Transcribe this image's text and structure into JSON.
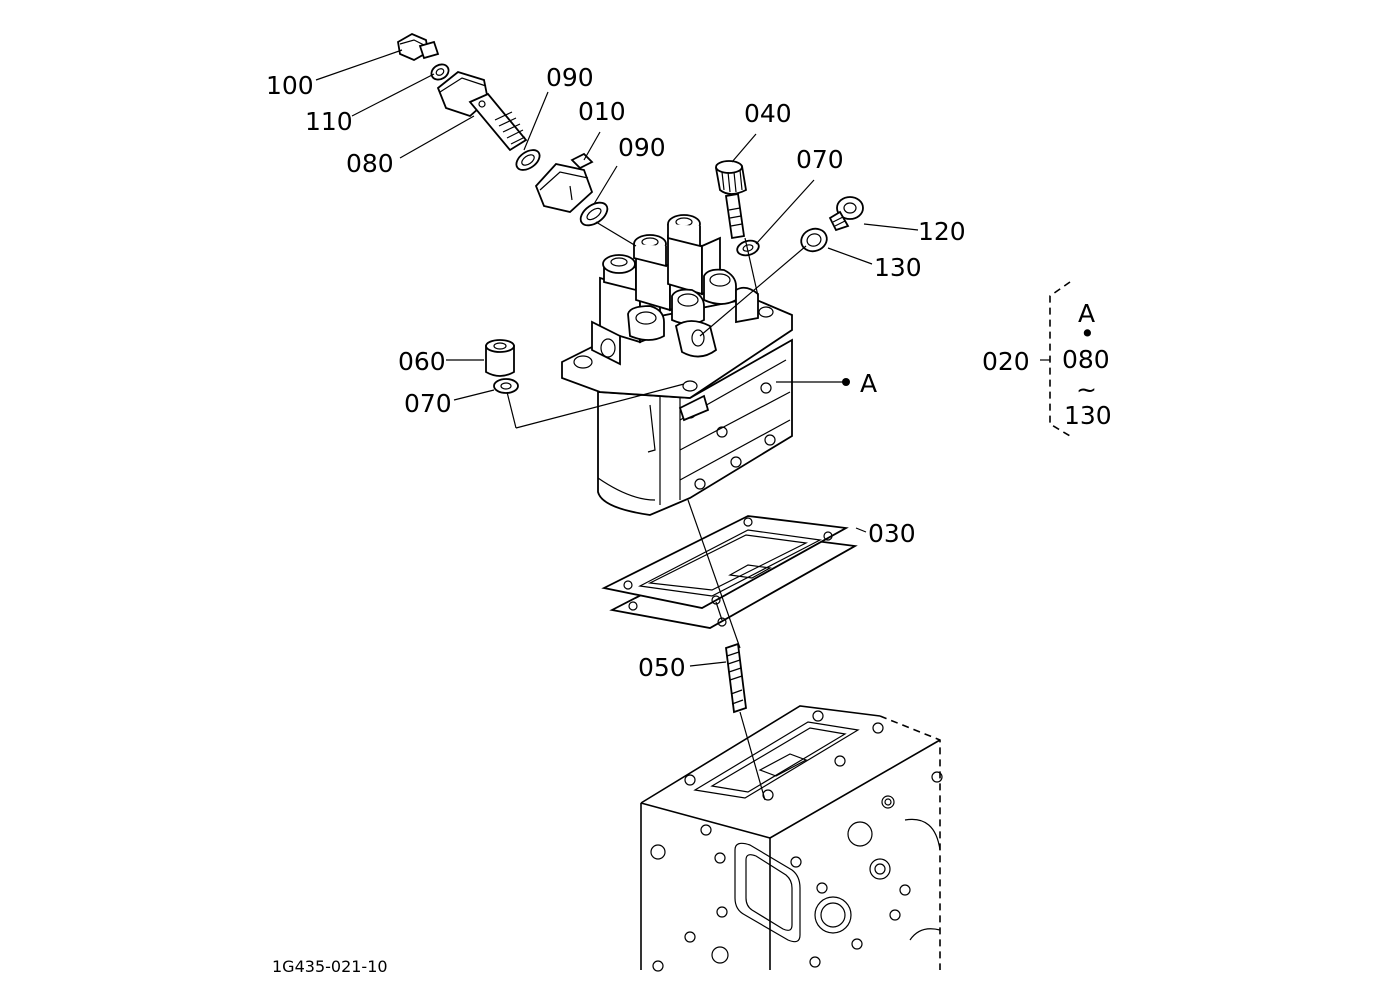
{
  "diagram": {
    "drawing_code": "1G435-021-10",
    "callouts": {
      "c100": "100",
      "c110": "110",
      "c080": "080",
      "c090a": "090",
      "c010": "010",
      "c090b": "090",
      "c040": "040",
      "c070a": "070",
      "c120": "120",
      "c130": "130",
      "c060": "060",
      "c070b": "070",
      "cA": "A",
      "c030": "030",
      "c050": "050"
    },
    "assembly_note": {
      "parent": "020",
      "line1": "A",
      "line2": "080",
      "line3": "130",
      "dot": "•",
      "tilde": "~"
    }
  }
}
